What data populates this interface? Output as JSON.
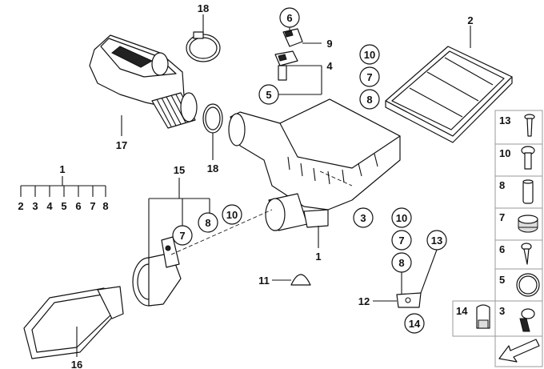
{
  "callouts": {
    "c18_top": "18",
    "c17": "17",
    "c18_mid": "18",
    "c6_top": "6",
    "c9": "9",
    "c4": "4",
    "c5_top": "5",
    "c10_right": "10",
    "c7_right": "7",
    "c8_right": "8",
    "c2": "2",
    "c1_group": "1",
    "group_numbers": [
      "2",
      "3",
      "4",
      "5",
      "6",
      "7",
      "8"
    ],
    "c15": "15",
    "c7_mid": "7",
    "c8_mid": "8",
    "c10_mid": "10",
    "c3_mid": "3",
    "c1_housing": "1",
    "c10_low": "10",
    "c7_low": "7",
    "c8_low": "8",
    "c13_low": "13",
    "c11": "11",
    "c12": "12",
    "c14_low": "14",
    "c16": "16"
  },
  "legend": [
    {
      "num": "13",
      "icon": "push-rivet-icon"
    },
    {
      "num": "10",
      "icon": "hex-bolt-icon"
    },
    {
      "num": "8",
      "icon": "spacer-sleeve-icon"
    },
    {
      "num": "7",
      "icon": "rubber-grommet-icon"
    },
    {
      "num": "6",
      "icon": "self-tapping-screw-icon"
    },
    {
      "num": "5",
      "icon": "o-ring-icon"
    },
    {
      "num": "14",
      "icon": "clip-nut-icon"
    },
    {
      "num": "3",
      "icon": "hose-clamp-icon"
    }
  ],
  "colors": {
    "ink": "#111111",
    "legend_border": "#9a9a9a"
  }
}
